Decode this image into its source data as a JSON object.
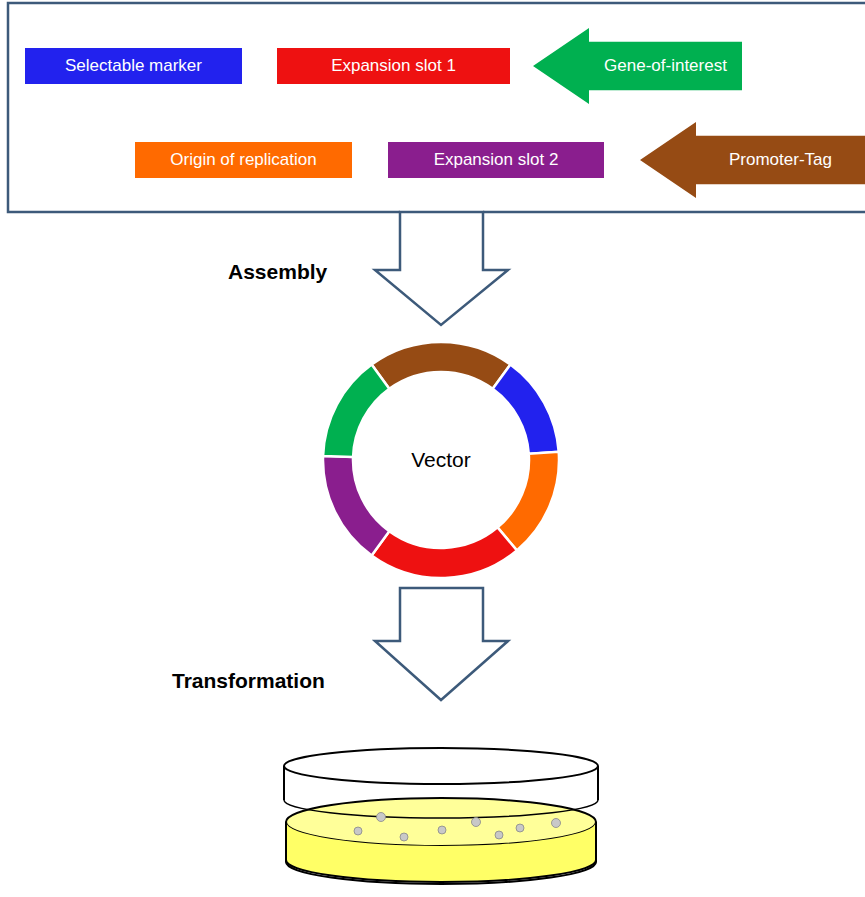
{
  "diagram": {
    "nodes": [
      {
        "text": [
          "Selectable marker"
        ]
      },
      {
        "text": [
          "Expansion slot 1"
        ]
      },
      {
        "text": [
          "Gene-of-interest"
        ]
      },
      {
        "text": [
          "Origin of replication"
        ]
      },
      {
        "text": [
          "Expansion slot 2"
        ]
      },
      {
        "text": [
          "Promoter-Tag"
        ]
      },
      {
        "text": [
          "Vector"
        ]
      }
    ],
    "labels": [
      "Assembly",
      "Transformation"
    ]
  }
}
